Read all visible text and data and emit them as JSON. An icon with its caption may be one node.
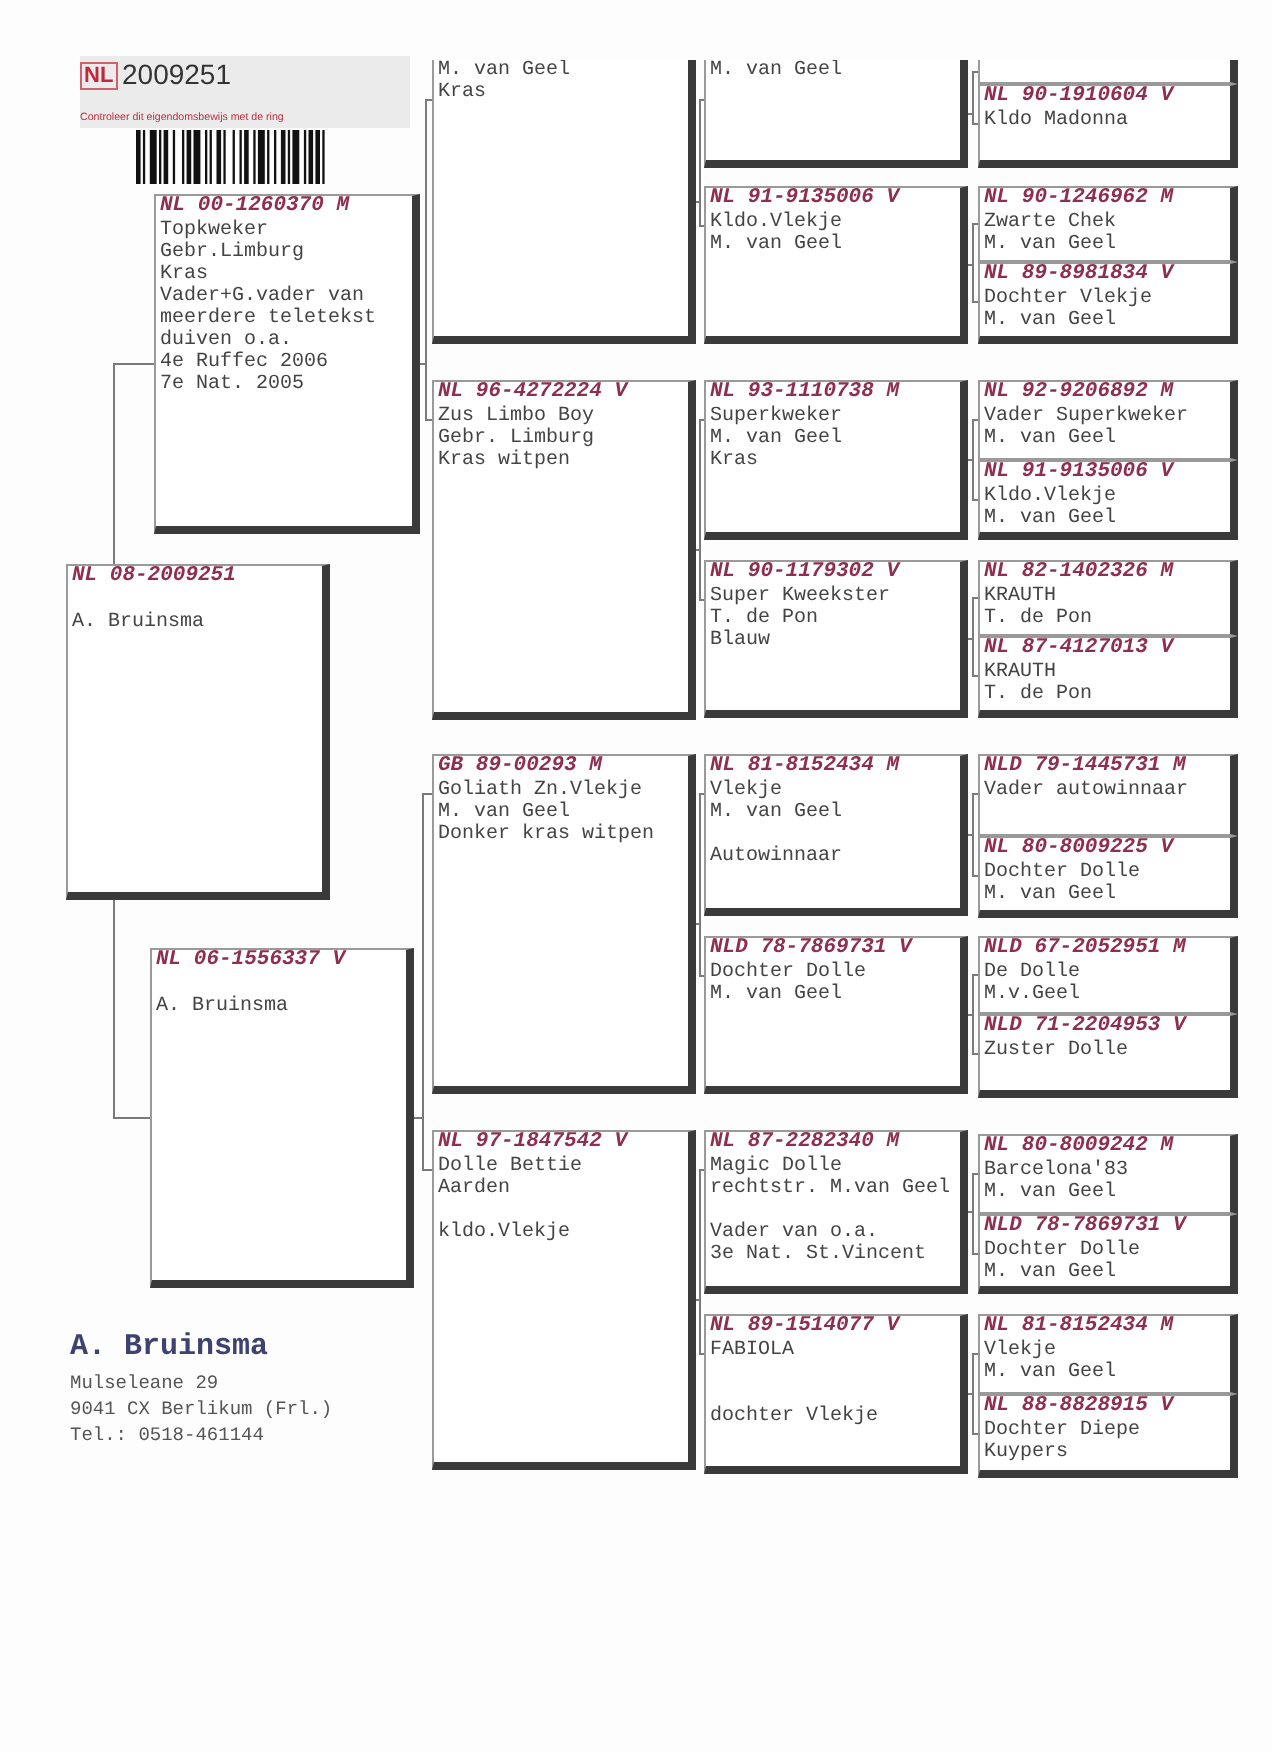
{
  "diagram": {
    "nodes": [
      {
        "text": [
          "NL 00-1260370 M",
          "Topkweker",
          "Gebr.Limburg",
          "Kras",
          "Vader+G.vader van meerdere teletekst duiven o.a.",
          "4e Ruffec 2006",
          "7e Nat. 2005"
        ]
      },
      {
        "text": [
          "NL 08-2009251",
          "A. Bruinsma"
        ]
      },
      {
        "text": [
          "NL 06-1556337 V",
          "A. Bruinsma"
        ]
      },
      {
        "text": [
          "M. van Geel",
          "Kras"
        ]
      },
      {
        "text": [
          "NL 96-4272224 V",
          "Zus Limbo Boy",
          "Gebr. Limburg",
          "Kras witpen"
        ]
      },
      {
        "text": [
          "GB 89-00293 M",
          "Goliath Zn.Vlekje",
          "M. van Geel",
          "Donker kras witpen"
        ]
      },
      {
        "text": [
          "NL 97-1847542 V",
          "Dolle Bettie",
          "Aarden",
          "kldo.Vlekje"
        ]
      },
      {
        "text": [
          "M. van Geel"
        ]
      },
      {
        "text": [
          "NL 91-9135006 V",
          "Kldo.Vlekje",
          "M. van Geel"
        ]
      },
      {
        "text": [
          "NL 93-1110738 M",
          "Superkweker",
          "M. van Geel",
          "Kras"
        ]
      },
      {
        "text": [
          "NL 90-1179302 V",
          "Super Kweekster",
          "T. de Pon",
          "Blauw"
        ]
      },
      {
        "text": [
          "NL 81-8152434 M",
          "Vlekje",
          "M. van Geel",
          "Autowinnaar"
        ]
      },
      {
        "text": [
          "NLD 78-7869731 V",
          "Dochter Dolle",
          "M. van Geel"
        ]
      },
      {
        "text": [
          "NL 87-2282340 M",
          "Magic Dolle",
          "rechtstr. M.van Geel",
          "Vader van o.a.",
          "3e Nat. St.Vincent"
        ]
      },
      {
        "text": [
          "NL 89-1514077 V",
          "FABIOLA",
          "dochter Vlekje"
        ]
      },
      {
        "text": [],
        "shape": "box"
      },
      {
        "text": [
          "NL 90-1910604 V",
          "Kldo Madonna"
        ]
      },
      {
        "text": [
          "NL 90-1246962 M",
          "Zwarte Chek",
          "M. van Geel"
        ]
      },
      {
        "text": [
          "NL 89-8981834 V",
          "Dochter Vlekje",
          "M. van Geel"
        ]
      },
      {
        "text": [
          "NL 92-9206892 M",
          "Vader Superkweker",
          "M. van Geel"
        ]
      },
      {
        "text": [
          "NL 91-9135006 V",
          "Kldo.Vlekje",
          "M. van Geel"
        ]
      },
      {
        "text": [
          "NL 82-1402326 M",
          "KRAUTH",
          "T. de Pon"
        ]
      },
      {
        "text": [
          "NL 87-4127013 V",
          "KRAUTH",
          "T. de Pon"
        ]
      },
      {
        "text": [
          "NLD 79-1445731 M",
          "Vader autowinnaar"
        ]
      },
      {
        "text": [
          "NL 80-8009225 V",
          "Dochter Dolle",
          "M. van Geel"
        ]
      },
      {
        "text": [
          "NLD 67-2052951 M",
          "De Dolle",
          "M.v.Geel"
        ]
      },
      {
        "text": [
          "NLD 71-2204953 V",
          "Zuster Dolle"
        ]
      },
      {
        "text": [
          "NL 80-8009242 M",
          "Barcelona'83",
          "M. van Geel"
        ]
      },
      {
        "text": [
          "NLD 78-7869731 V",
          "Dochter Dolle",
          "M. van Geel"
        ]
      },
      {
        "text": [
          "NL 81-8152434 M",
          "Vlekje",
          "M. van Geel"
        ]
      },
      {
        "text": [
          "NL 88-8828915 V",
          "Dochter Diepe",
          "Kuypers"
        ]
      }
    ],
    "edges": [
      {
        "from": 1,
        "to": 0,
        "arrow": "none"
      },
      {
        "from": 1,
        "to": 2,
        "arrow": "none"
      },
      {
        "from": 0,
        "to": 3,
        "arrow": "none"
      },
      {
        "from": 0,
        "to": 4,
        "arrow": "none"
      },
      {
        "from": 2,
        "to": 5,
        "arrow": "none"
      },
      {
        "from": 2,
        "to": 6,
        "arrow": "none"
      },
      {
        "from": 3,
        "to": 7,
        "arrow": "none"
      },
      {
        "from": 3,
        "to": 8,
        "arrow": "none"
      },
      {
        "from": 4,
        "to": 9,
        "arrow": "none"
      },
      {
        "from": 4,
        "to": 10,
        "arrow": "none"
      },
      {
        "from": 5,
        "to": 11,
        "arrow": "none"
      },
      {
        "from": 5,
        "to": 12,
        "arrow": "none"
      },
      {
        "from": 6,
        "to": 13,
        "arrow": "none"
      },
      {
        "from": 6,
        "to": 14,
        "arrow": "none"
      },
      {
        "from": 7,
        "to": 15,
        "arrow": "none"
      },
      {
        "from": 7,
        "to": 16,
        "arrow": "none"
      },
      {
        "from": 8,
        "to": 17,
        "arrow": "none"
      },
      {
        "from": 8,
        "to": 18,
        "arrow": "none"
      },
      {
        "from": 9,
        "to": 19,
        "arrow": "none"
      },
      {
        "from": 9,
        "to": 20,
        "arrow": "none"
      },
      {
        "from": 10,
        "to": 21,
        "arrow": "none"
      },
      {
        "from": 10,
        "to": 22,
        "arrow": "none"
      },
      {
        "from": 11,
        "to": 23,
        "arrow": "none"
      },
      {
        "from": 11,
        "to": 24,
        "arrow": "none"
      },
      {
        "from": 12,
        "to": 25,
        "arrow": "none"
      },
      {
        "from": 12,
        "to": 26,
        "arrow": "none"
      },
      {
        "from": 13,
        "to": 27,
        "arrow": "none"
      },
      {
        "from": 13,
        "to": 28,
        "arrow": "none"
      },
      {
        "from": 14,
        "to": 29,
        "arrow": "none"
      },
      {
        "from": 14,
        "to": 30,
        "arrow": "none"
      }
    ],
    "labels": [
      "NL",
      "2009251",
      "Controleer dit eigendomsbewijs met de ring",
      "A. Bruinsma",
      "Mulseleane 29",
      "9041 CX Berlikum (Frl.)",
      "Tel.: 0518-461144"
    ]
  }
}
